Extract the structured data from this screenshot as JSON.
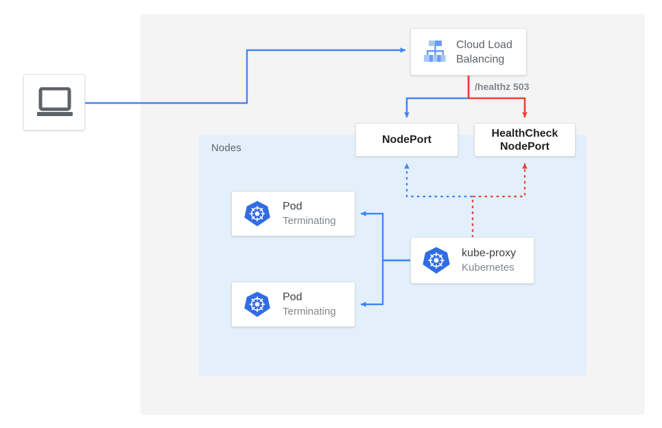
{
  "diagram": {
    "title": "Kubernetes NodePort health check routing",
    "colors": {
      "blue": "#4285f4",
      "red": "#ea4335",
      "panel_gray": "#f4f4f4",
      "panel_nodes_blue": "#e3f0fc",
      "k8s_blue": "#326ce5",
      "text_dark": "#3c4043",
      "text_gray": "#80868b"
    }
  },
  "panels": {
    "cluster_label": "",
    "nodes_label": "Nodes"
  },
  "nodes": {
    "client": {
      "icon": "laptop-icon",
      "label": ""
    },
    "load_balancer": {
      "icon": "cloud-load-balancing-icon",
      "title_line1": "Cloud Load",
      "title_line2": "Balancing"
    },
    "nodeport": {
      "label": "NodePort"
    },
    "healthcheck_nodeport": {
      "label_line1": "HealthCheck",
      "label_line2": "NodePort"
    },
    "pod1": {
      "icon": "kubernetes-icon",
      "title": "Pod",
      "subtitle": "Terminating"
    },
    "pod2": {
      "icon": "kubernetes-icon",
      "title": "Pod",
      "subtitle": "Terminating"
    },
    "kube_proxy": {
      "icon": "kubernetes-icon",
      "title": "kube-proxy",
      "subtitle": "Kubernetes"
    }
  },
  "edges": {
    "healthz_label": "/healthz 503"
  }
}
